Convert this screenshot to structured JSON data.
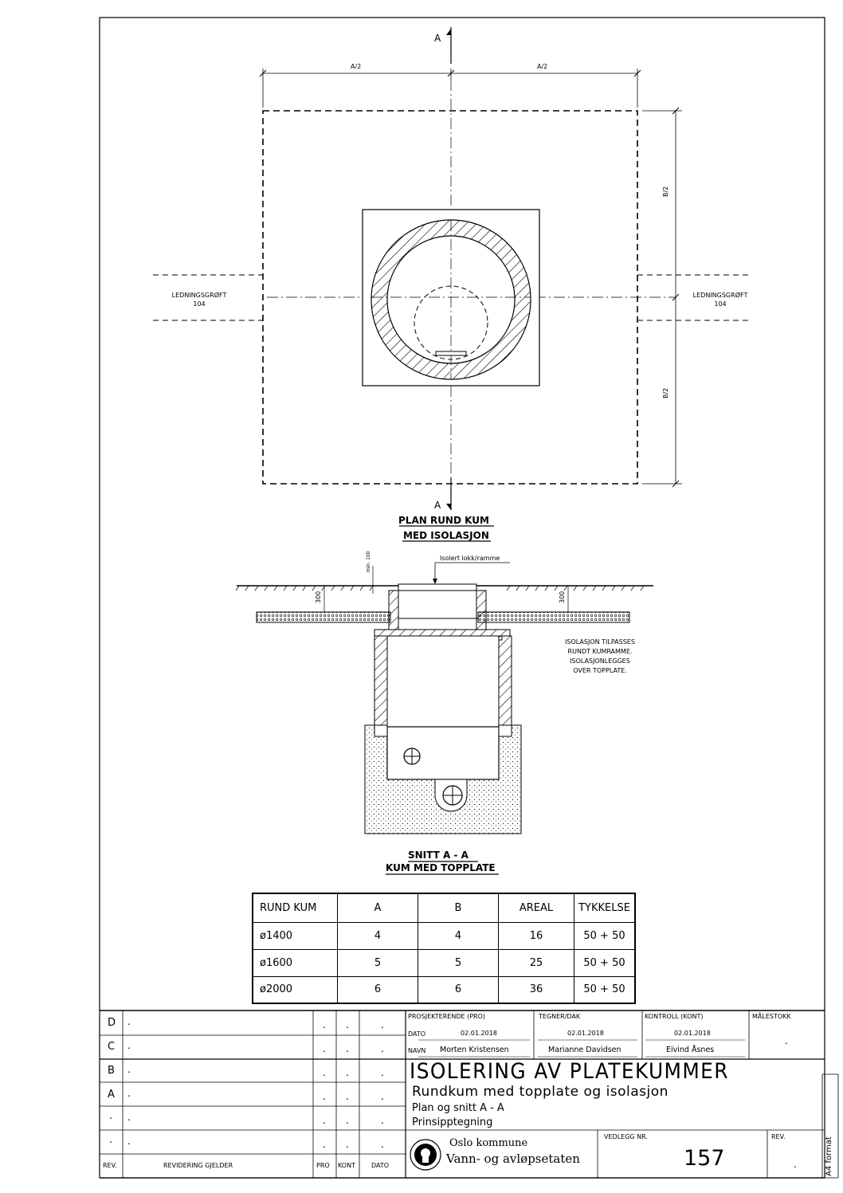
{
  "section_marker": "A",
  "dims": {
    "a_half": "A/2",
    "b_half": "B/2"
  },
  "trench_left": {
    "label": "LEDNINGSGRØFT",
    "num": "104"
  },
  "trench_right": {
    "label": "LEDNINGSGRØFT",
    "num": "104"
  },
  "plan_title": {
    "line1": "PLAN  RUND KUM",
    "line2": "MED ISOLASJON"
  },
  "section": {
    "lid_label": "Isolert lokk/ramme",
    "min_label": "min. 100",
    "dim_left": "300",
    "dim_right": "300",
    "note": [
      "ISOLASJON TILPASSES",
      "RUNDT KUMRAMME.",
      "ISOLASJONLEGGES",
      "OVER TOPPLATE."
    ],
    "title1": "SNITT A - A",
    "title2": "KUM MED TOPPLATE"
  },
  "table": {
    "headers": [
      "RUND KUM",
      "A",
      "B",
      "AREAL",
      "TYKKELSE"
    ],
    "rows": [
      [
        "ø1400",
        "4",
        "4",
        "16",
        "50 + 50"
      ],
      [
        "ø1600",
        "5",
        "5",
        "25",
        "50 + 50"
      ],
      [
        "ø2000",
        "6",
        "6",
        "36",
        "50 + 50"
      ]
    ]
  },
  "titleblock": {
    "rev_rows": [
      "D",
      "C",
      "B",
      "A",
      ".",
      "."
    ],
    "dot": ".",
    "rev_header": "REV.",
    "revision_header": "REVIDERING GJELDER",
    "pro_header": "PRO",
    "kont_header": "KONT",
    "dato_header": "DATO",
    "pro_label": "PROSJEKTERENDE (PRO)",
    "tegner_label": "TEGNER/DAK",
    "kontroll_label": "KONTROLL (KONT)",
    "malestokk_label": "MÅLESTOKK",
    "malestokk_value": ".",
    "dato_label": "DATO",
    "navn_label": "NAVN",
    "pro_date": "02.01.2018",
    "tegner_date": "02.01.2018",
    "kontroll_date": "02.01.2018",
    "pro_name": "Morten Kristensen",
    "tegner_name": "Marianne Davidsen",
    "kontroll_name": "Eivind Åsnes",
    "title": "ISOLERING AV PLATEKUMMER",
    "subtitle": "Rundkum med topplate og isolasjon",
    "sub2": "Plan og snitt A - A",
    "sub3": "Prinsipptegning",
    "org1": "Oslo kommune",
    "org2": "Vann- og avløpsetaten",
    "vedlegg_label": "VEDLEGG NR.",
    "vedlegg_value": "157",
    "rev_label": "REV.",
    "rev_value": ".",
    "format": "A4 format"
  }
}
